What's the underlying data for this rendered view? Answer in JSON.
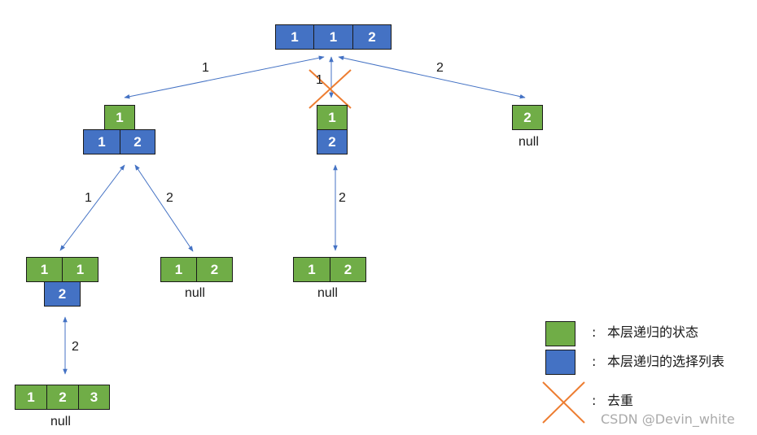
{
  "root": [
    "1",
    "1",
    "2"
  ],
  "level1": {
    "left": {
      "top": [
        "1"
      ],
      "bottom": [
        "1",
        "2"
      ]
    },
    "middle": {
      "top": [
        "1"
      ],
      "bottom": [
        "2"
      ]
    },
    "right": {
      "top": [
        "2"
      ],
      "note": "null"
    }
  },
  "level2": {
    "left_left": {
      "top": [
        "1",
        "1"
      ],
      "bottom": [
        "2"
      ]
    },
    "left_right": {
      "top": [
        "1",
        "2"
      ],
      "note": "null"
    },
    "middle": {
      "top": [
        "1",
        "2"
      ],
      "note": "null"
    }
  },
  "level3": {
    "row": [
      "1",
      "2",
      "3"
    ],
    "note": "null"
  },
  "edges": {
    "root_left": "1",
    "root_middle": "1",
    "root_right": "2",
    "left_left": "1",
    "left_right": "2",
    "middle_down": "2",
    "leftleft_down": "2"
  },
  "legend": {
    "green": "本层递归的状态",
    "blue": "本层递归的选择列表",
    "cross": "去重",
    "colon": ":"
  },
  "colors": {
    "green": "#70ad47",
    "blue": "#4472c4",
    "cross": "#ed7d31",
    "arrow": "#4472c4"
  },
  "watermark": "CSDN @Devin_white"
}
